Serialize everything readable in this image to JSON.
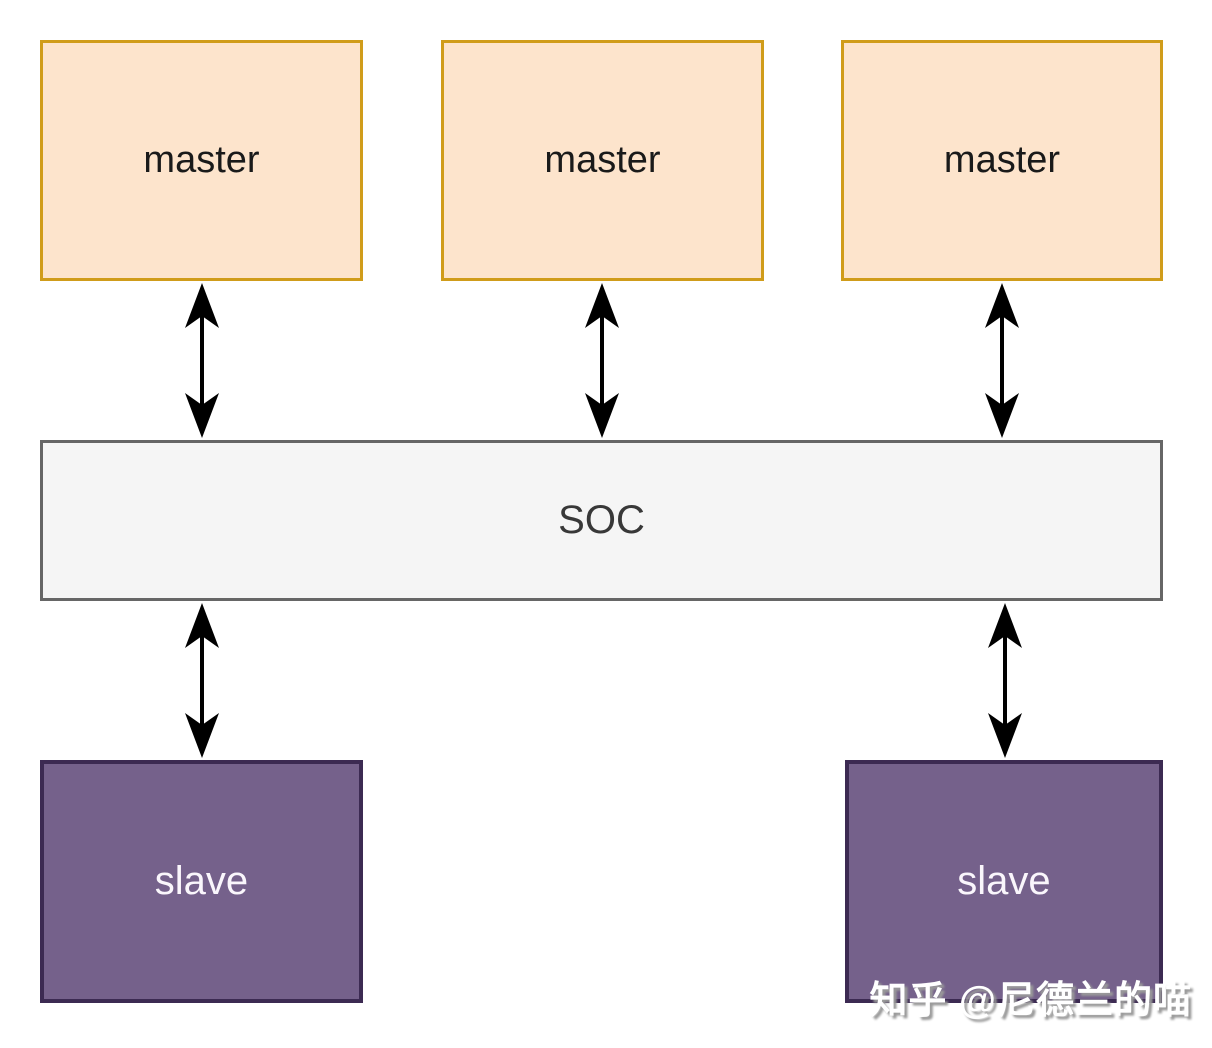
{
  "diagram": {
    "masters": [
      {
        "label": "master"
      },
      {
        "label": "master"
      },
      {
        "label": "master"
      }
    ],
    "bus": {
      "label": "SOC"
    },
    "slaves": [
      {
        "label": "slave"
      },
      {
        "label": "slave"
      }
    ],
    "colors": {
      "master_fill": "#FDE4CC",
      "master_border": "#D09C1A",
      "bus_fill": "#F5F5F5",
      "bus_border": "#666666",
      "slave_fill": "#75618B",
      "slave_border": "#3C2A52",
      "arrow": "#000000",
      "background": "#FFFFFF"
    }
  },
  "watermark": {
    "text": "知乎 @尼德兰的喵"
  }
}
